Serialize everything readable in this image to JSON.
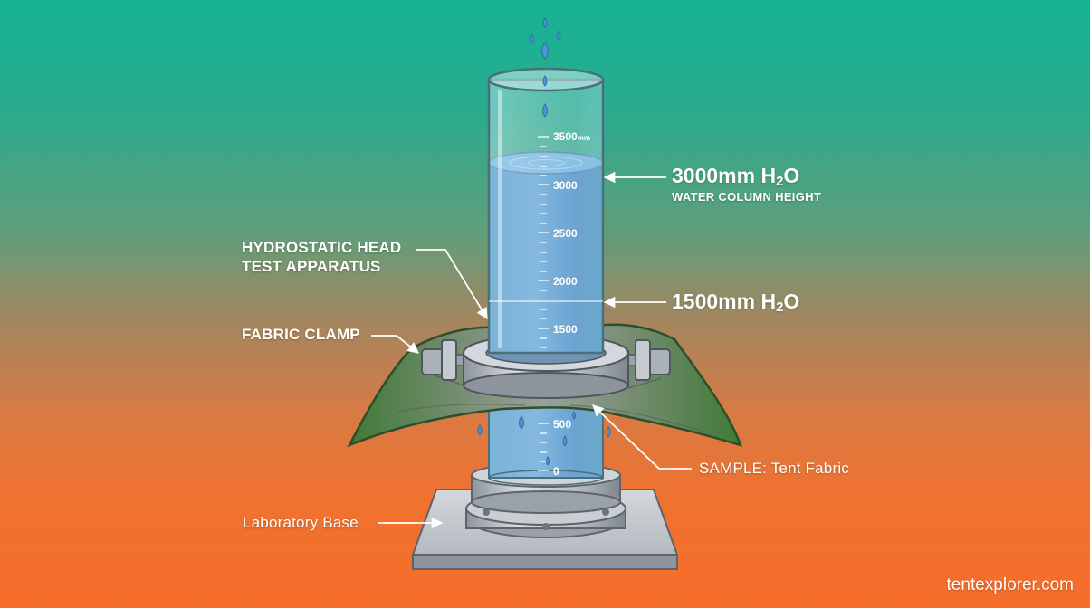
{
  "labels": {
    "pressure_high": {
      "value": "3000mm H",
      "sub": "2",
      "after": "O"
    },
    "pressure_high_caption": "WATER COLUMN HEIGHT",
    "pressure_low": {
      "value": "1500mm H",
      "sub": "2",
      "after": "O"
    },
    "apparatus_line1": "HYDROSTATIC HEAD",
    "apparatus_line2": "TEST APPARATUS",
    "fabric_clamp": "FABRIC CLAMP",
    "sample": "SAMPLE: Tent Fabric",
    "base": "Laboratory Base",
    "watermark": "tentexplorer.com"
  },
  "scale": {
    "top_label": "3500",
    "top_unit": "mm",
    "marks": [
      "3000",
      "2500",
      "2000",
      "1500",
      "500",
      "0"
    ]
  },
  "colors": {
    "water": "#4a8fcf",
    "fabric": "#4e8a3e",
    "metal": "#c3c9cf",
    "tube_glass": "#bfe6ee"
  }
}
